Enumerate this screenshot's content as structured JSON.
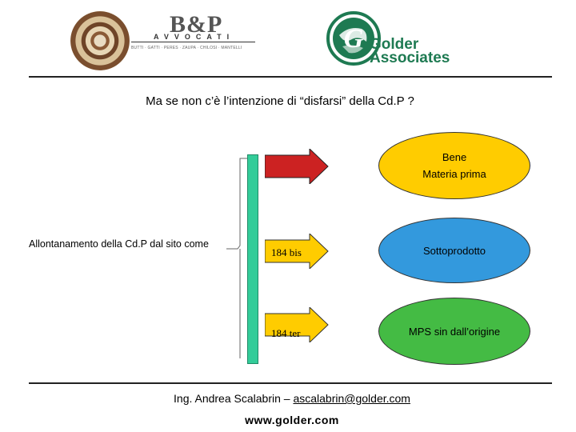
{
  "header": {
    "bp_logo": "B&P",
    "bp_subtitle": "AVVOCATI",
    "bp_partners": "BUTTI · GATTI · PERES · ZAUPA · CHILOSI · MANTELLI",
    "golder_logo_line1": "Golder",
    "golder_logo_line2": "Associates"
  },
  "title": "Ma se non c’è l’intenzione di “disfarsi” della Cd.P ?",
  "diagram": {
    "source_label": "Allontanamento della Cd.P dal sito come",
    "arrows": [
      {
        "label": "",
        "color": "#cc2222"
      },
      {
        "label": "184 bis",
        "color": "#ffcc00"
      },
      {
        "label": "184 ter",
        "color": "#ffcc00"
      }
    ],
    "outcomes": [
      {
        "line1": "Bene",
        "line2": "Materia prima",
        "color": "#ffcc00"
      },
      {
        "line1": "Sottoprodotto",
        "line2": "",
        "color": "#3399dd"
      },
      {
        "line1": "MPS sin dall’origine",
        "line2": "",
        "color": "#44bb44"
      }
    ]
  },
  "footer": {
    "author": "Ing. Andrea Scalabrin – ",
    "email": "ascalabrin@golder.com",
    "website": "www.golder.com"
  }
}
